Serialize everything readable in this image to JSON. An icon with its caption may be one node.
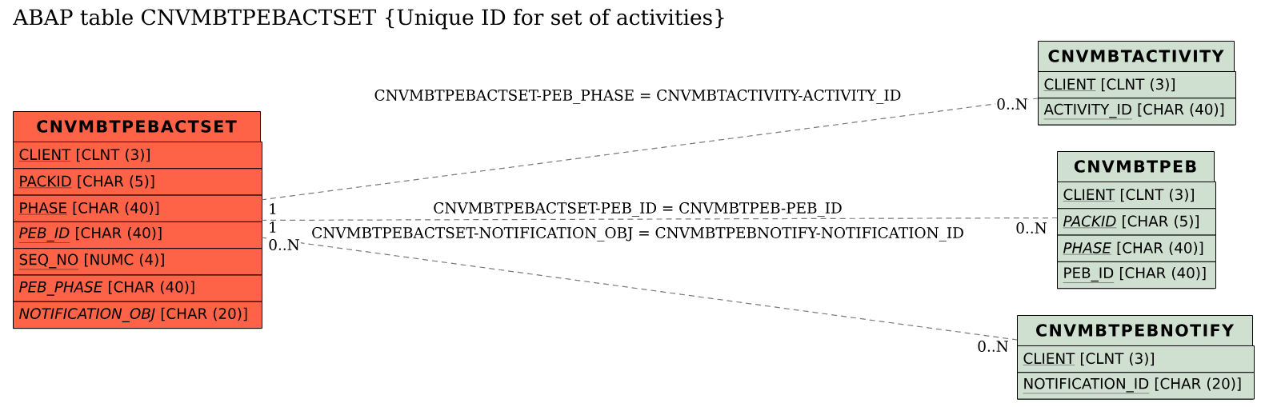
{
  "diagram": {
    "title": "ABAP table CNVMBTPEBACTSET {Unique ID for set of activities}",
    "nodes": [
      {
        "text": [
          "CNVMBTPEBACTSET"
        ]
      },
      {
        "text": [
          "CLIENT",
          "[CLNT (3)]"
        ],
        "in": 0
      },
      {
        "text": [
          "PACKID",
          "[CHAR (5)]"
        ],
        "in": 0
      },
      {
        "text": [
          "PHASE",
          "[CHAR (40)]"
        ],
        "in": 0
      },
      {
        "text": [
          "PEB_ID",
          "[CHAR (40)]"
        ],
        "in": 0
      },
      {
        "text": [
          "SEQ_NO",
          "[NUMC (4)]"
        ],
        "in": 0
      },
      {
        "text": [
          "PEB_PHASE",
          "[CHAR (40)]"
        ],
        "in": 0
      },
      {
        "text": [
          "NOTIFICATION_OBJ",
          "[CHAR (20)]"
        ],
        "in": 0
      },
      {
        "text": [
          "CNVMBTACTIVITY"
        ]
      },
      {
        "text": [
          "CLIENT",
          "[CLNT (3)]"
        ],
        "in": 8
      },
      {
        "text": [
          "ACTIVITY_ID",
          "[CHAR (40)]"
        ],
        "in": 8
      },
      {
        "text": [
          "CNVMBTPEB"
        ]
      },
      {
        "text": [
          "CLIENT",
          "[CLNT (3)]"
        ],
        "in": 11
      },
      {
        "text": [
          "PACKID",
          "[CHAR (5)]"
        ],
        "in": 11
      },
      {
        "text": [
          "PHASE",
          "[CHAR (40)]"
        ],
        "in": 11
      },
      {
        "text": [
          "PEB_ID",
          "[CHAR (40)]"
        ],
        "in": 11
      },
      {
        "text": [
          "CNVMBTPEBNOTIFY"
        ]
      },
      {
        "text": [
          "CLIENT",
          "[CLNT (3)]"
        ],
        "in": 16
      },
      {
        "text": [
          "NOTIFICATION_ID",
          "[CHAR (20)]"
        ],
        "in": 16
      }
    ],
    "edges": [
      {
        "from": 0,
        "to": 8,
        "arrow": "none",
        "label": "CNVMBTPEBACTSET-PEB_PHASE = CNVMBTACTIVITY-ACTIVITY_ID",
        "style": "dashed"
      },
      {
        "from": 0,
        "to": 11,
        "arrow": "none",
        "label": "CNVMBTPEBACTSET-PEB_ID = CNVMBTPEB-PEB_ID",
        "style": "dashed"
      },
      {
        "from": 0,
        "to": 16,
        "arrow": "none",
        "label": "CNVMBTPEBACTSET-NOTIFICATION_OBJ = CNVMBTPEBNOTIFY-NOTIFICATION_ID",
        "style": "dashed"
      }
    ],
    "labels": [
      "0..N",
      "1",
      "1",
      "0..N",
      "0..N",
      "0..N"
    ]
  }
}
